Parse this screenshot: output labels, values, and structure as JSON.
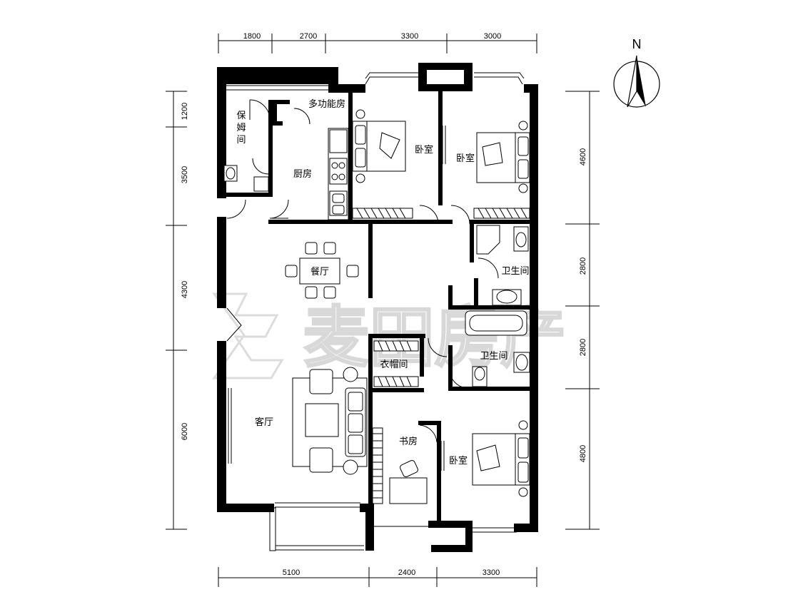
{
  "north_label": "N",
  "dimensions": {
    "top": [
      "1800",
      "2700",
      "3300",
      "3000"
    ],
    "bottom": [
      "5100",
      "2400",
      "3300"
    ],
    "left": [
      "1200",
      "3500",
      "4300",
      "6000"
    ],
    "right": [
      "4600",
      "2800",
      "2800",
      "4800"
    ]
  },
  "rooms": {
    "nanny": "保姆间",
    "multi": "多功能房",
    "kitchen": "厨房",
    "bedroom1": "卧室",
    "bedroom2": "卧室",
    "dining": "餐厅",
    "bath1": "卫生间",
    "bath2": "卫生间",
    "cloak": "衣帽间",
    "living": "客厅",
    "study": "书房",
    "bedroom3": "卧室"
  },
  "watermark": "麦田房产"
}
